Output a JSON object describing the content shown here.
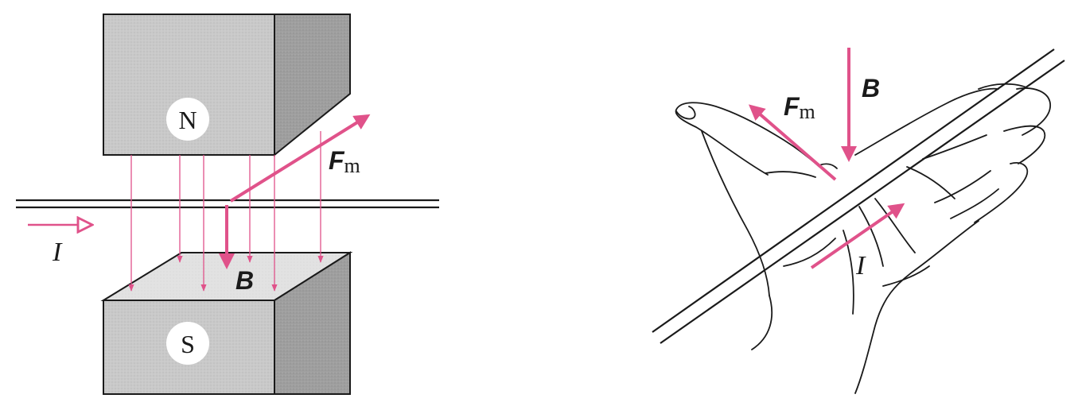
{
  "left_panel": {
    "north_label": "N",
    "south_label": "S",
    "force_symbol": "F",
    "force_subscript": "m",
    "field_symbol": "B",
    "current_symbol": "I"
  },
  "right_panel": {
    "force_symbol": "F",
    "force_subscript": "m",
    "field_symbol": "B",
    "current_symbol": "I"
  },
  "colors": {
    "arrow": "#e0528a",
    "magnet_front": "#c8c8c8",
    "magnet_side": "#9d9d9d",
    "magnet_top": "#dedede",
    "line": "#1a1a1a"
  }
}
